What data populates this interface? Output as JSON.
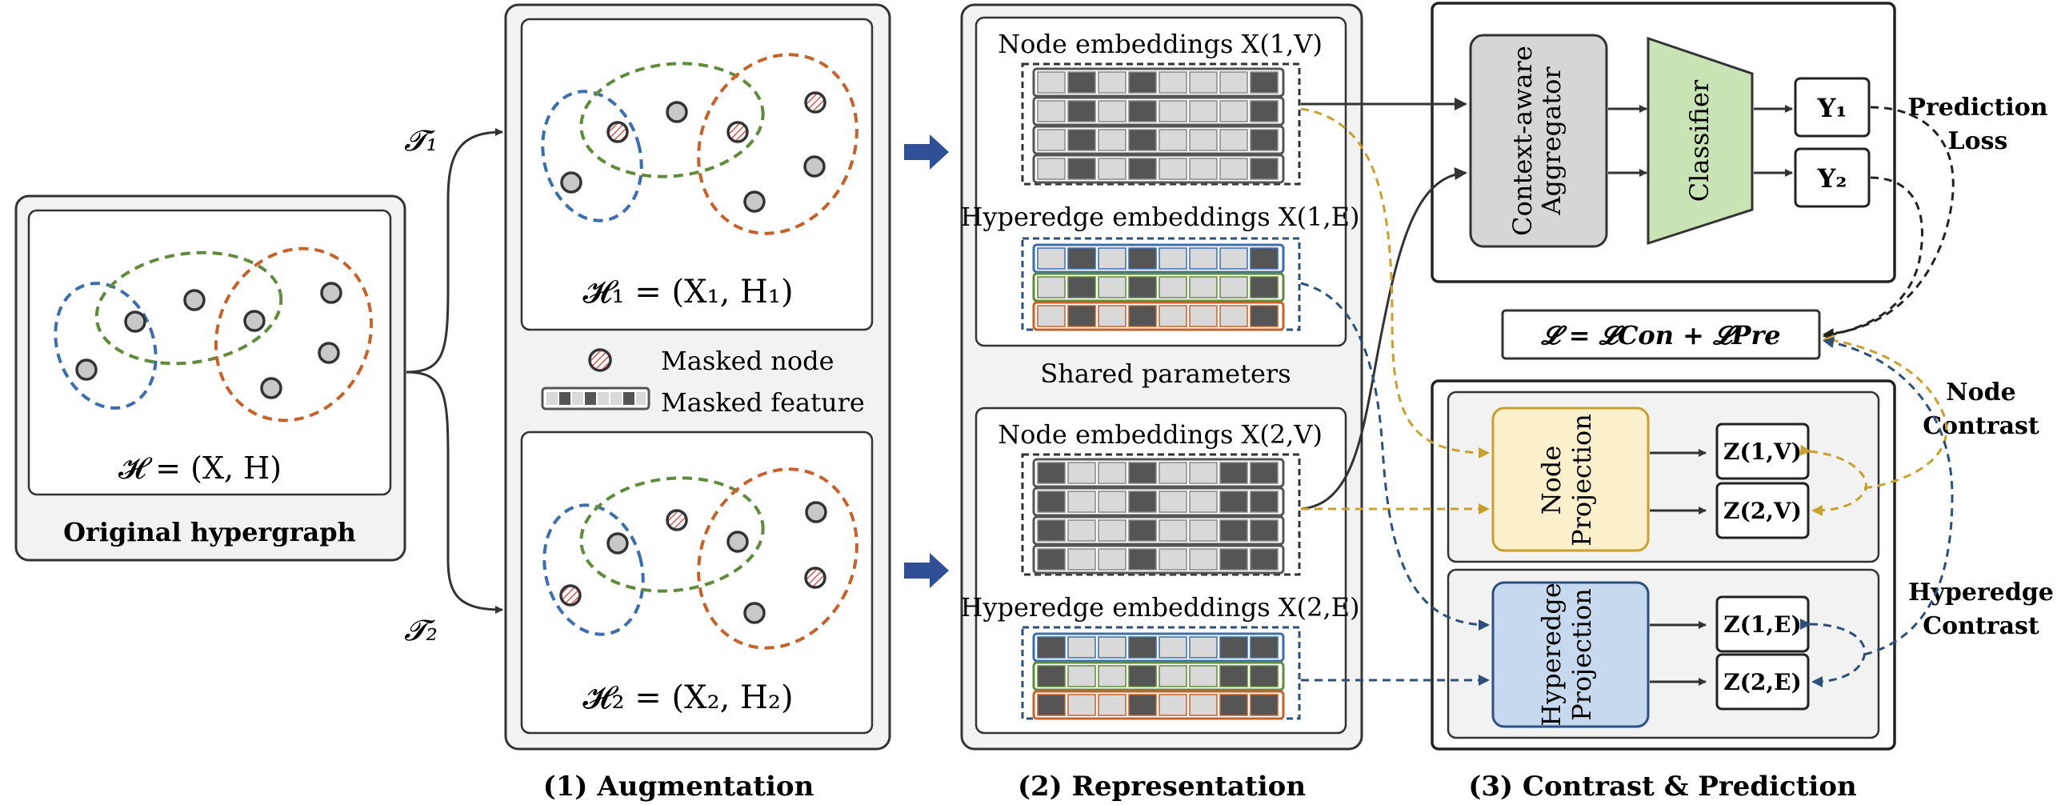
{
  "original": {
    "formula": "𝓗 = (X, H)",
    "caption": "Original hypergraph"
  },
  "transforms": {
    "t1": "𝓣₁",
    "t2": "𝓣₂"
  },
  "augmentation": {
    "view1": "𝓗₁ = (X₁, H₁)",
    "view2": "𝓗₂ = (X₂, H₂)",
    "legend_masked_node": "Masked node",
    "legend_masked_feature": "Masked feature",
    "caption": "(1) Augmentation"
  },
  "representation": {
    "node_emb_1": "Node embeddings X(1,V)",
    "hyperedge_emb_1": "Hyperedge embeddings X(1,E)",
    "shared": "Shared parameters",
    "node_emb_2": "Node embeddings X(2,V)",
    "hyperedge_emb_2": "Hyperedge embeddings X(2,E)",
    "caption": "(2) Representation"
  },
  "contrast": {
    "aggregator_line1": "Context-aware",
    "aggregator_line2": "Aggregator",
    "classifier": "Classifier",
    "y1": "Y₁",
    "y2": "Y₂",
    "loss": "𝓛 = 𝓛Con + 𝓛Pre",
    "node_proj_line1": "Node",
    "node_proj_line2": "Projection",
    "hedge_proj_line1": "Hyperedge",
    "hedge_proj_line2": "Projection",
    "z1v": "Z(1,V)",
    "z2v": "Z(2,V)",
    "z1e": "Z(1,E)",
    "z2e": "Z(2,E)",
    "caption": "(3) Contrast & Prediction"
  },
  "side_labels": {
    "prediction_loss_1": "Prediction",
    "prediction_loss_2": "Loss",
    "node_contrast_1": "Node",
    "node_contrast_2": "Contrast",
    "hyperedge_contrast_1": "Hyperedge",
    "hyperedge_contrast_2": "Contrast"
  },
  "colors": {
    "blue_edge": "#3b6eb0",
    "green_edge": "#5f8b3a",
    "orange_edge": "#c8602a",
    "aggregator_fill": "#d6d6d6",
    "classifier_fill": "#c9e3b4",
    "node_proj_fill": "#fbf0cc",
    "hedge_proj_fill": "#c6d9ef",
    "gold_arrow": "#c9a02b",
    "navy_arrow": "#2d4f7c",
    "big_arrow": "#2f4f96"
  }
}
